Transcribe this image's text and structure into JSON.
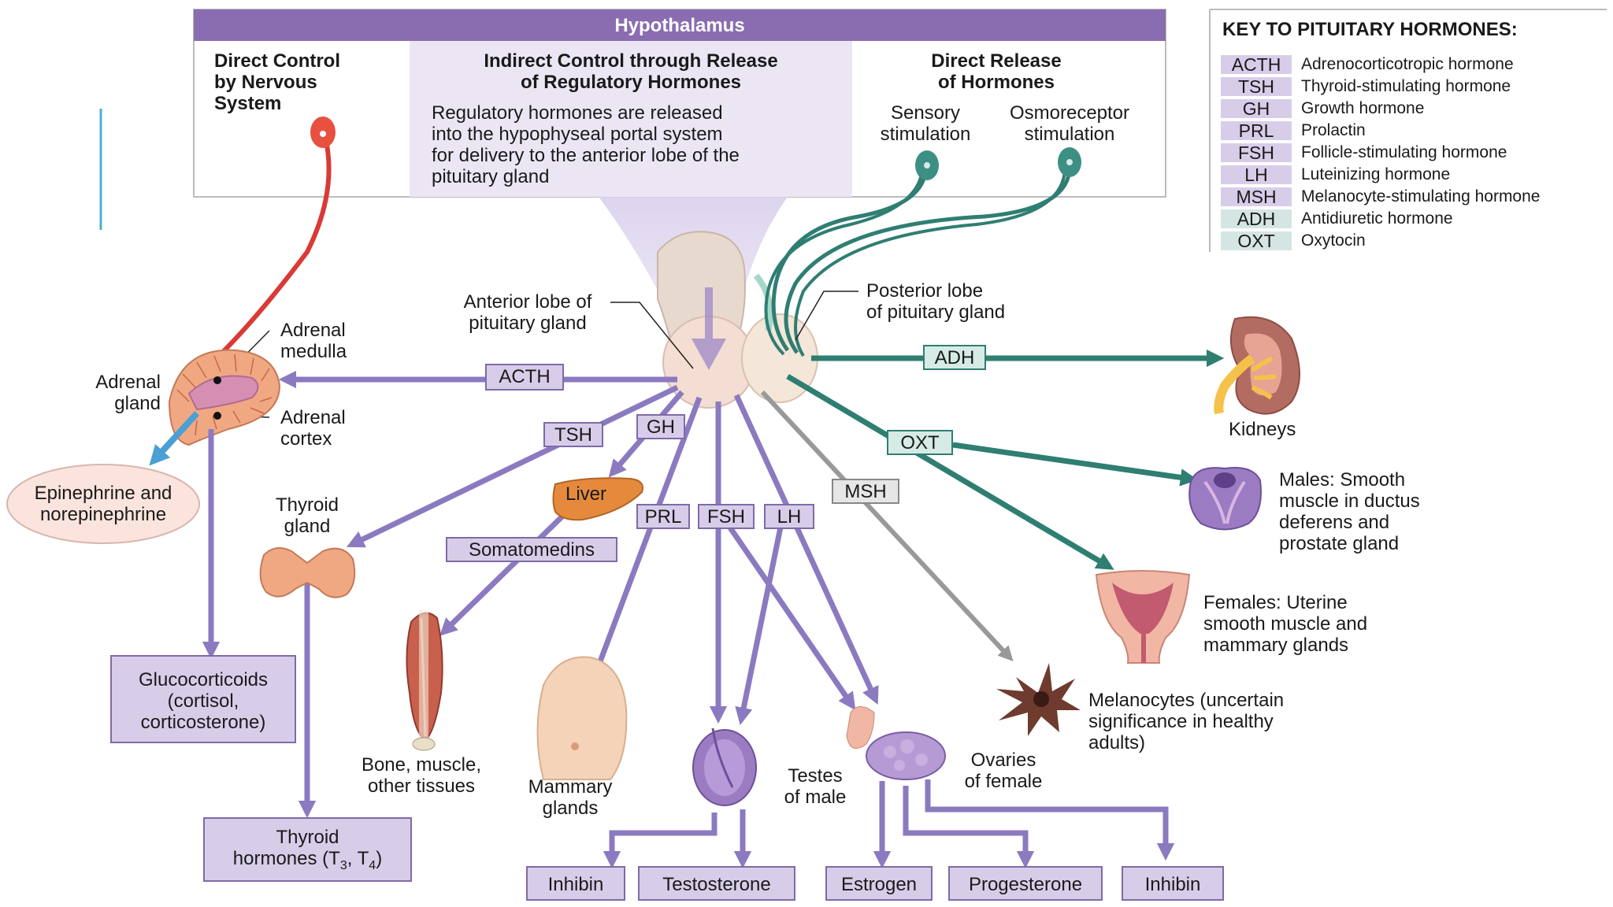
{
  "hypothalamus": {
    "title": "Hypothalamus",
    "col1": [
      "Direct Control",
      "by Nervous",
      "System"
    ],
    "col2_title": [
      "Indirect Control through Release",
      "of Regulatory Hormones"
    ],
    "col2_body": [
      "Regulatory hormones are released",
      "into the hypophyseal portal system",
      "for delivery to the anterior lobe of the",
      "pituitary gland"
    ],
    "col3_title": [
      "Direct Release",
      "of Hormones"
    ],
    "sensory": [
      "Sensory",
      "stimulation"
    ],
    "osmo": [
      "Osmoreceptor",
      "stimulation"
    ]
  },
  "key": {
    "title": "KEY TO PITUITARY HORMONES:",
    "items": [
      {
        "abbr": "ACTH",
        "name": "Adrenocorticotropic hormone"
      },
      {
        "abbr": "TSH",
        "name": "Thyroid-stimulating hormone"
      },
      {
        "abbr": "GH",
        "name": "Growth hormone"
      },
      {
        "abbr": "PRL",
        "name": "Prolactin"
      },
      {
        "abbr": "FSH",
        "name": "Follicle-stimulating hormone"
      },
      {
        "abbr": "LH",
        "name": "Luteinizing hormone"
      },
      {
        "abbr": "MSH",
        "name": "Melanocyte-stimulating hormone"
      },
      {
        "abbr": "ADH",
        "name": "Antidiuretic hormone"
      },
      {
        "abbr": "OXT",
        "name": "Oxytocin"
      }
    ]
  },
  "labels": {
    "anterior": [
      "Anterior lobe of",
      "pituitary gland"
    ],
    "posterior": [
      "Posterior lobe",
      "of pituitary gland"
    ],
    "adrenal_gland": [
      "Adrenal",
      "gland"
    ],
    "adrenal_medulla": [
      "Adrenal",
      "medulla"
    ],
    "adrenal_cortex": [
      "Adrenal",
      "cortex"
    ],
    "epinephrine": [
      "Epinephrine and",
      "norepinephrine"
    ],
    "thyroid_gland": [
      "Thyroid",
      "gland"
    ],
    "liver": "Liver",
    "somatomedins": "Somatomedins",
    "bone": [
      "Bone, muscle,",
      "other tissues"
    ],
    "mammary": [
      "Mammary",
      "glands"
    ],
    "testes": [
      "Testes",
      "of male"
    ],
    "ovaries": [
      "Ovaries",
      "of female"
    ],
    "kidneys": "Kidneys",
    "males": [
      "Males: Smooth",
      "muscle in ductus",
      "deferens and",
      "prostate gland"
    ],
    "females": [
      "Females: Uterine",
      "smooth muscle and",
      "mammary glands"
    ],
    "melanocytes": [
      "Melanocytes (uncertain",
      "significance in healthy",
      "adults)"
    ],
    "glucocorticoids": [
      "Glucocorticoids",
      "(cortisol,",
      "corticosterone)"
    ],
    "thyroid_hormones_line1": "Thyroid",
    "thyroid_hormones_line2": {
      "pre": "hormones (T",
      "sub1": "3",
      "mid": ", T",
      "sub2": "4",
      "post": ")"
    }
  },
  "hormone_tags": {
    "acth": "ACTH",
    "tsh": "TSH",
    "gh": "GH",
    "prl": "PRL",
    "fsh": "FSH",
    "lh": "LH",
    "msh": "MSH",
    "adh": "ADH",
    "oxt": "OXT"
  },
  "products": {
    "inhibin_male": "Inhibin",
    "testosterone": "Testosterone",
    "estrogen": "Estrogen",
    "progesterone": "Progesterone",
    "inhibin_female": "Inhibin"
  },
  "colors": {
    "purple_arrow": "#8b7ac0",
    "purple_box": "#d8cde9",
    "teal": "#2f7e72",
    "red_nerve": "#d93a35",
    "blue_arrow": "#4a9fd5",
    "gray_arrow": "#999999",
    "header_bar": "#8a6db0"
  }
}
